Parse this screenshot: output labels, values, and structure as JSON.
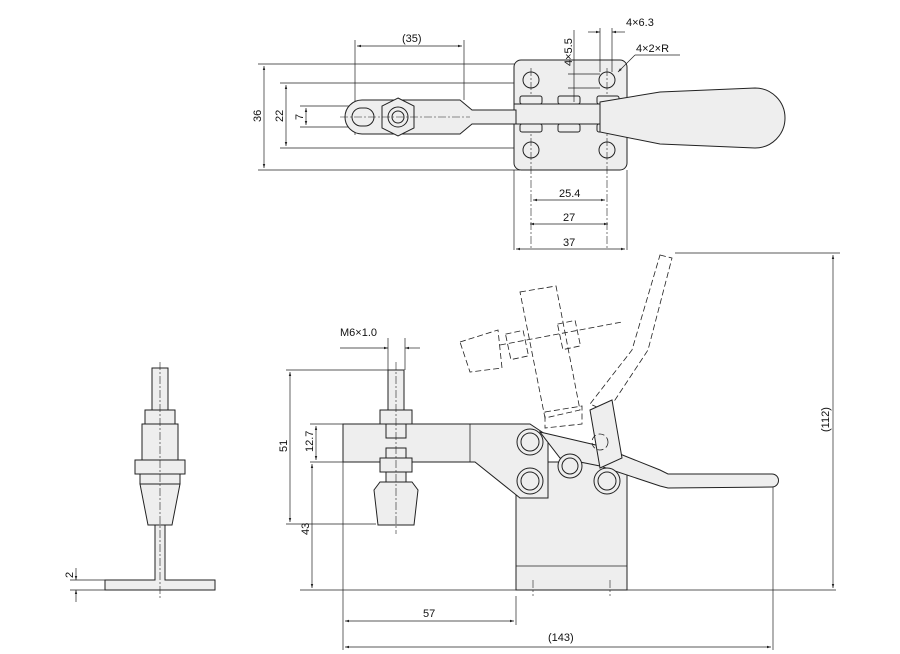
{
  "title": "Horizontal toggle clamp dimension drawing",
  "top_view": {
    "dims": {
      "overall_width": "36",
      "hole_pitch_y": "22",
      "slot_width": "7",
      "arm_reach": "(35)",
      "hole_pitch_x": "25.4",
      "slot_pitch": "27",
      "base_width": "37",
      "hole_dia": "4×5.5",
      "slot_len": "4×6.3",
      "corner_radius": "4×2×R"
    }
  },
  "side_view": {
    "dims": {
      "thread": "M6×1.0",
      "spindle_height": "51",
      "arm_thickness": "12.7",
      "base_height": "43",
      "arm_to_base": "57",
      "overall_length": "(143)",
      "overall_height": "(112)"
    }
  },
  "front_view": {
    "dims": {
      "plate_thickness": "2"
    }
  },
  "colors": {
    "fill": "#eeeeee",
    "line": "#222222"
  }
}
